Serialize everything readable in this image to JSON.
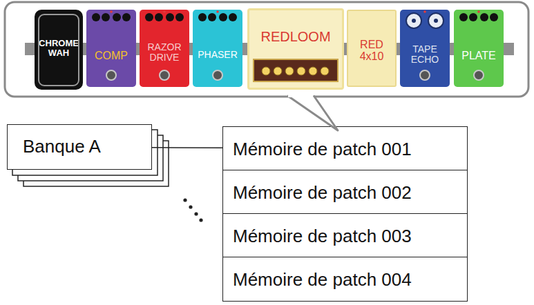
{
  "diagram": {
    "nodes": [
      {
        "text": [
          "CHROME WAH"
        ]
      },
      {
        "text": [
          "COMP"
        ]
      },
      {
        "text": [
          "RAZOR DRIVE"
        ]
      },
      {
        "text": [
          "PHASER"
        ]
      },
      {
        "text": [
          "REDLOOM"
        ]
      },
      {
        "text": [
          "RED 4x10"
        ]
      },
      {
        "text": [
          "TAPE ECHO"
        ]
      },
      {
        "text": [
          "PLATE"
        ]
      },
      {
        "text": [
          "Banque A"
        ]
      },
      {
        "text": [
          "Mémoire de patch 001"
        ]
      },
      {
        "text": [
          "Mémoire de patch 002"
        ]
      },
      {
        "text": [
          "Mémoire de patch 003"
        ]
      },
      {
        "text": [
          "Mémoire de patch 004"
        ]
      }
    ],
    "edges": [
      {
        "from": 8,
        "to": 9,
        "arrow": "none"
      }
    ]
  }
}
